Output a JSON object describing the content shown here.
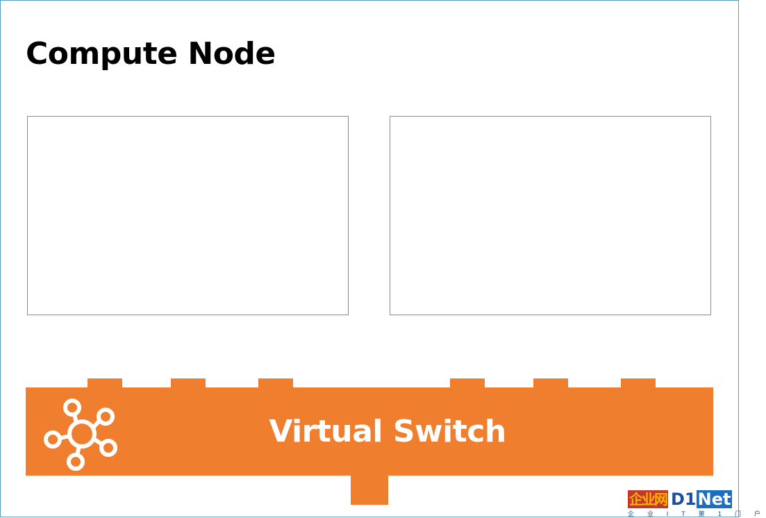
{
  "title": "Compute Node",
  "switch": {
    "label": "Virtual Switch",
    "icon": "network-hub-icon",
    "color": "#ef7f2f"
  },
  "vm_boxes": [
    {
      "id": "left",
      "border_color": "#5b9ab8"
    },
    {
      "id": "right",
      "border_color": "#5b9ab8"
    }
  ],
  "watermark": {
    "cn": "企业网",
    "d1": "D1",
    "net": "Net",
    "sub": "企 业 I T 第 1 门 户"
  }
}
